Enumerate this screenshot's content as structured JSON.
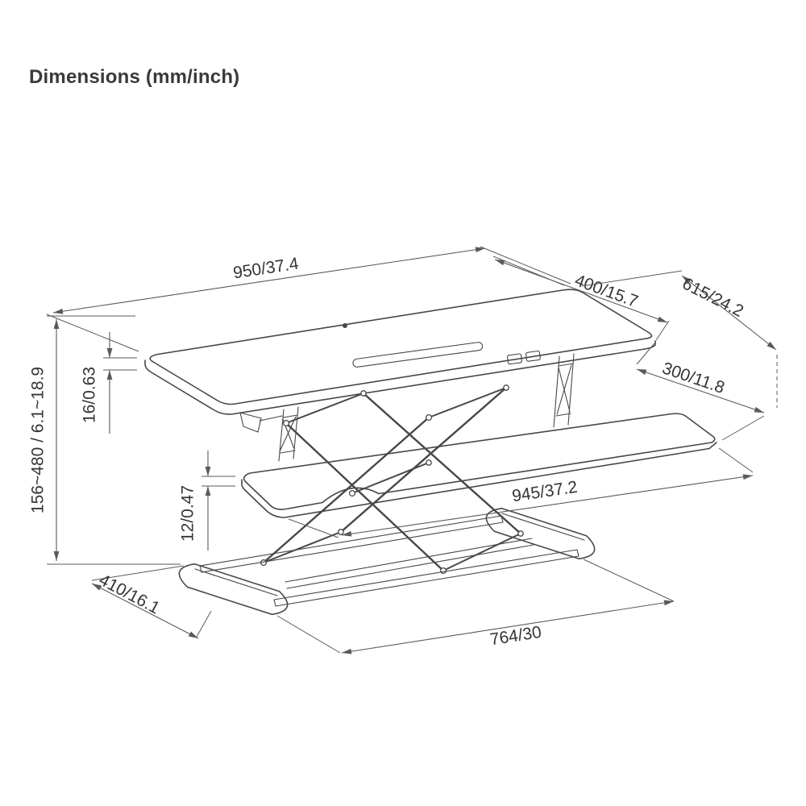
{
  "title": "Dimensions (mm/inch)",
  "colors": {
    "background": "#ffffff",
    "drawing_line": "#474747",
    "dimension_line": "#5a5a5a",
    "label_text": "#353535"
  },
  "dimensions": {
    "top_width": "950/37.4",
    "top_depth": "400/15.7",
    "overall_depth": "615/24.2",
    "tray_depth": "300/11.8",
    "top_thickness": "16/0.63",
    "height_range": "156~480 / 6.1~18.9",
    "tray_thickness": "12/0.47",
    "tray_width": "945/37.2",
    "base_depth": "410/16.1",
    "base_width": "764/30"
  }
}
